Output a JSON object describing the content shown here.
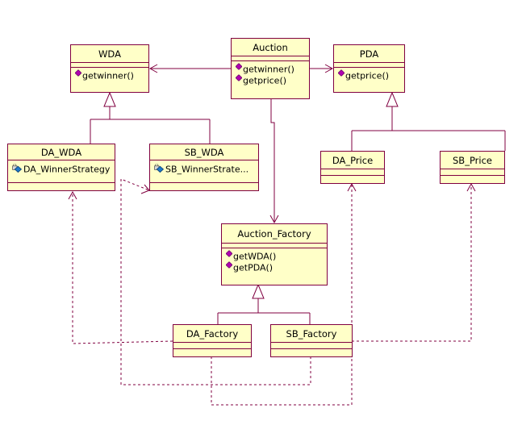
{
  "colors": {
    "box_fill": "#ffffc8",
    "line": "#800040",
    "method_icon": "#b000b0",
    "attribute_icon": "#1e78c8",
    "lock_icon": "#606060"
  },
  "classes": {
    "wda": {
      "name": "WDA",
      "members": [
        {
          "icon": "method-icon",
          "text": "getwinner()"
        }
      ]
    },
    "auction": {
      "name": "Auction",
      "members": [
        {
          "icon": "method-icon",
          "text": "getwinner()"
        },
        {
          "icon": "method-icon",
          "text": "getprice()"
        }
      ]
    },
    "pda": {
      "name": "PDA",
      "members": [
        {
          "icon": "method-icon",
          "text": "getprice()"
        }
      ]
    },
    "da_wda": {
      "name": "DA_WDA",
      "members": [
        {
          "icon": "private-attribute-icon",
          "text": "DA_WinnerStrategy"
        }
      ]
    },
    "sb_wda": {
      "name": "SB_WDA",
      "members": [
        {
          "icon": "private-attribute-icon",
          "text": "SB_WinnerStrate..."
        }
      ]
    },
    "da_price": {
      "name": "DA_Price",
      "members": []
    },
    "sb_price": {
      "name": "SB_Price",
      "members": []
    },
    "auction_factory": {
      "name": "Auction_Factory",
      "members": [
        {
          "icon": "method-icon",
          "text": "getWDA()"
        },
        {
          "icon": "method-icon",
          "text": "getPDA()"
        }
      ]
    },
    "da_factory": {
      "name": "DA_Factory",
      "members": []
    },
    "sb_factory": {
      "name": "SB_Factory",
      "members": []
    }
  }
}
